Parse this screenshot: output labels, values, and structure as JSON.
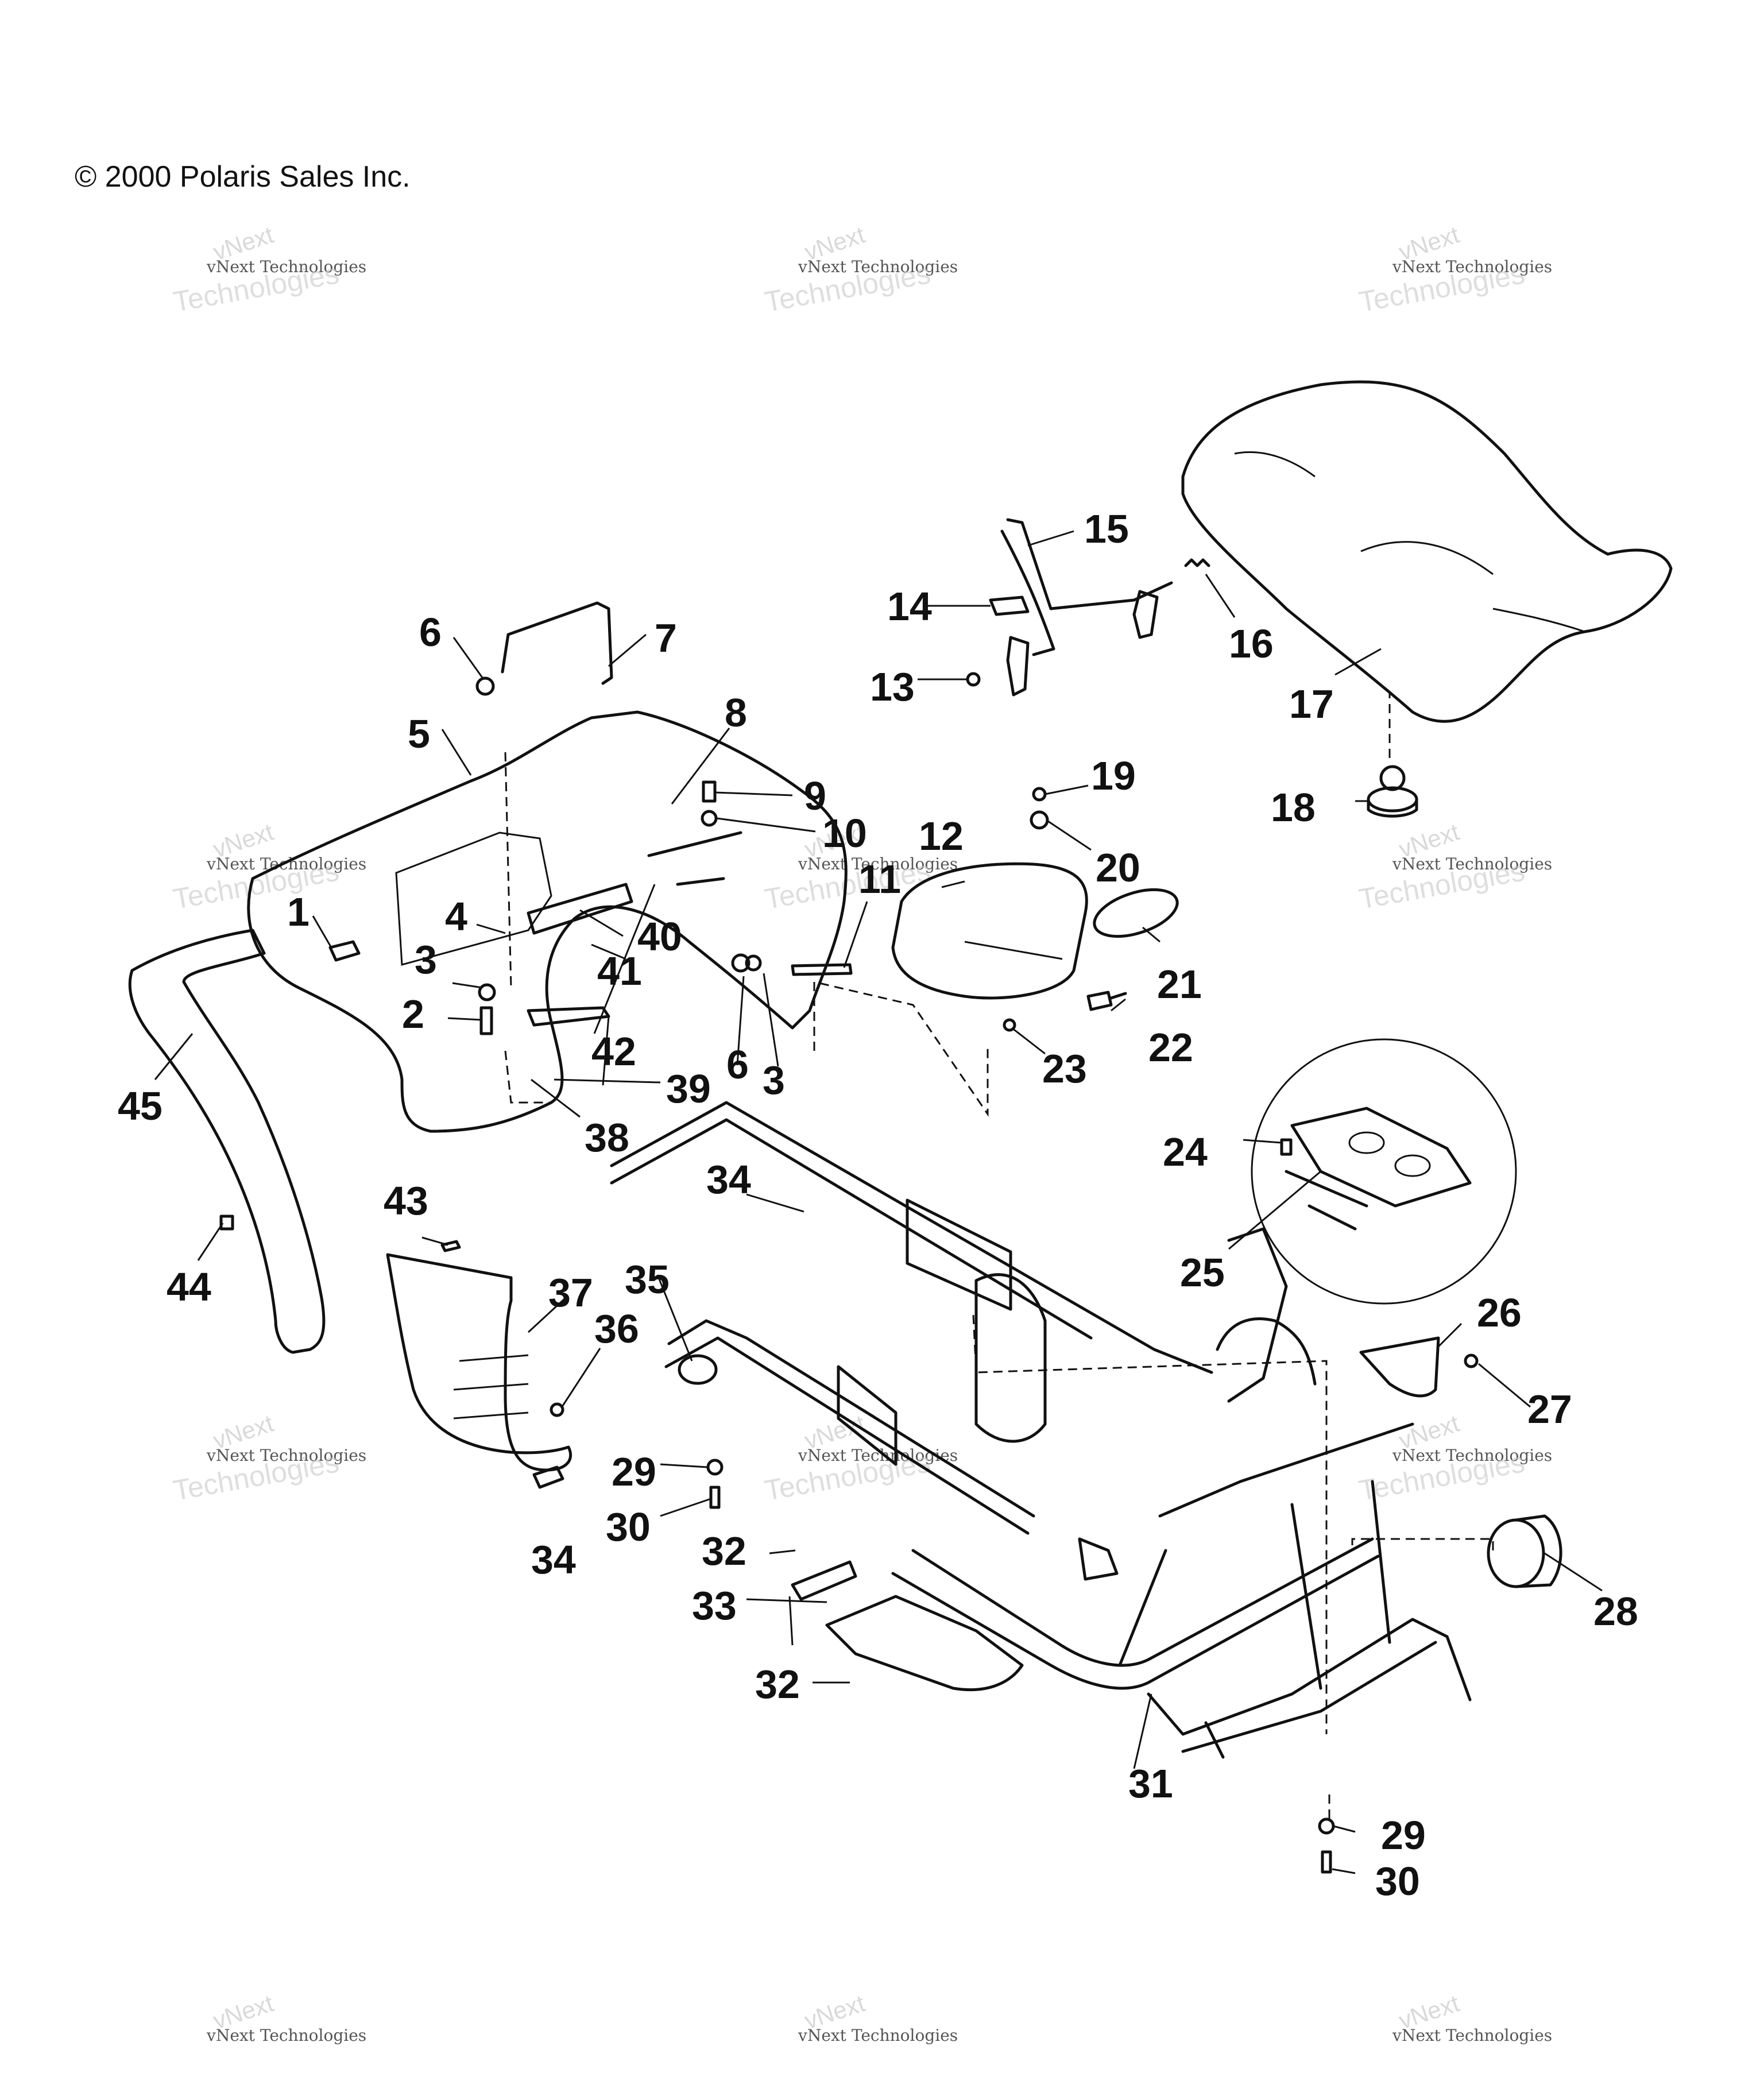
{
  "copyright": "© 2000 Polaris Sales Inc.",
  "watermark": {
    "line1": "vNext",
    "line2": "vNext Technologies",
    "line3": "Technologies"
  },
  "callouts": {
    "c1": "1",
    "c2": "2",
    "c3a": "3",
    "c3b": "3",
    "c4": "4",
    "c5": "5",
    "c6a": "6",
    "c6b": "6",
    "c7": "7",
    "c8": "8",
    "c9": "9",
    "c10": "10",
    "c11": "11",
    "c12": "12",
    "c13": "13",
    "c14": "14",
    "c15": "15",
    "c16": "16",
    "c17": "17",
    "c18": "18",
    "c19": "19",
    "c20": "20",
    "c21": "21",
    "c22": "22",
    "c23": "23",
    "c24": "24",
    "c25": "25",
    "c26": "26",
    "c27": "27",
    "c28": "28",
    "c29a": "29",
    "c29b": "29",
    "c30a": "30",
    "c30b": "30",
    "c31": "31",
    "c32a": "32",
    "c32b": "32",
    "c33": "33",
    "c34a": "34",
    "c34b": "34",
    "c35": "35",
    "c36": "36",
    "c37": "37",
    "c38": "38",
    "c39": "39",
    "c40": "40",
    "c41": "41",
    "c42": "42",
    "c43": "43",
    "c44": "44",
    "c45": "45"
  }
}
